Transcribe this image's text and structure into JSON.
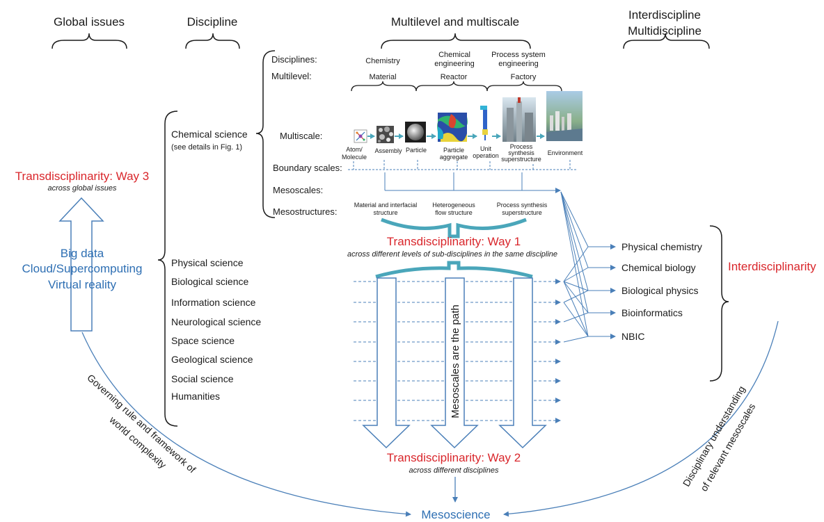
{
  "headers": {
    "global": "Global issues",
    "discipline": "Discipline",
    "multilevel": "Multilevel and multiscale",
    "inter_1": "Interdiscipline",
    "inter_2": "Multidiscipline"
  },
  "row_labels": {
    "disciplines": "Disciplines:",
    "multilevel": "Multilevel:",
    "multiscale": "Multiscale:",
    "boundary": "Boundary scales:",
    "mesoscales": "Mesoscales:",
    "mesostructures": "Mesostructures:"
  },
  "discipline_cols": {
    "chemistry": "Chemistry",
    "chem_eng_1": "Chemical",
    "chem_eng_2": "engineering",
    "pse_1": "Process system",
    "pse_2": "engineering"
  },
  "level_cols": {
    "material": "Material",
    "reactor": "Reactor",
    "factory": "Factory"
  },
  "scales": {
    "atom_1": "Atom/",
    "atom_2": "Molecule",
    "assembly": "Assembly",
    "particle": "Particle",
    "aggregate_1": "Particle",
    "aggregate_2": "aggregate",
    "unit_1": "Unit",
    "unit_2": "operation",
    "process_1": "Process",
    "process_2": "synthesis",
    "process_3": "superstructure",
    "environment": "Environment"
  },
  "mesostructures": {
    "m1_1": "Material and interfacial",
    "m1_2": "structure",
    "m2_1": "Heterogeneous",
    "m2_2": "flow structure",
    "m3_1": "Process synthesis",
    "m3_2": "superstructure"
  },
  "chem_science": {
    "label": "Chemical science",
    "note": "(see details in Fig. 1)"
  },
  "sciences": [
    "Physical science",
    "Biological science",
    "Information science",
    "Neurological science",
    "Space science",
    "Geological science",
    "Social science",
    "Humanities"
  ],
  "way3": {
    "title": "Transdisciplinarity: Way 3",
    "sub": "across global issues"
  },
  "tech": [
    "Big data",
    "Cloud/Supercomputing",
    "Virtual reality"
  ],
  "way1": {
    "title": "Transdisciplinarity: Way 1",
    "sub": "across different levels of sub-disciplines in the same discipline"
  },
  "way2": {
    "title": "Transdisciplinarity: Way 2",
    "sub": "across different disciplines"
  },
  "path_label": "Mesoscales are the path",
  "inter_items": [
    "Physical chemistry",
    "Chemical biology",
    "Biological physics",
    "Bioinformatics",
    "NBIC"
  ],
  "interdisciplinarity": "Interdisciplinarity",
  "left_arc_1": "Governing rule and framework of",
  "left_arc_2": "world complexity",
  "right_arc_1": "Disciplinary understanding",
  "right_arc_2": "of relevant mesoscales",
  "mesoscience": "Mesoscience",
  "colors": {
    "red": "#d9262b",
    "blue": "#2e6fb3",
    "teal": "#4aa6ba",
    "line": "#4a7fb8",
    "dark": "#1a1a1a"
  }
}
